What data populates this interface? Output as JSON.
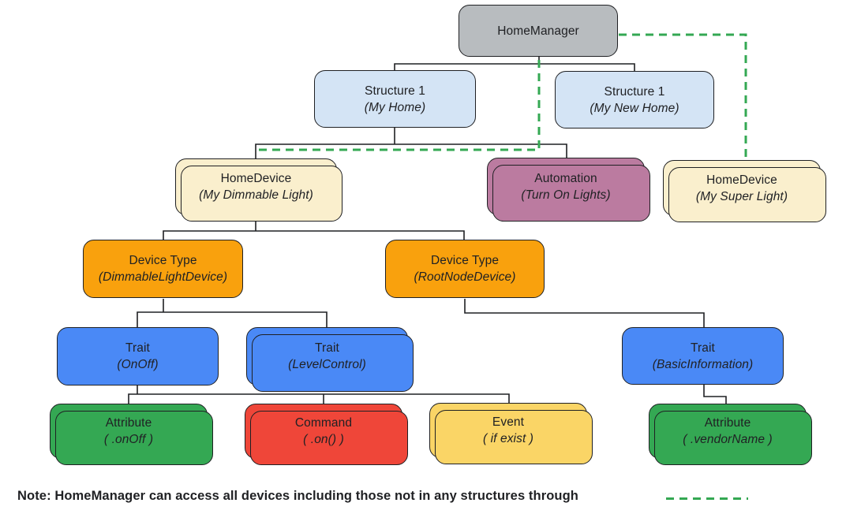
{
  "palette": {
    "gray": "#B8BCBF",
    "lightblue": "#D4E4F5",
    "cream": "#FAEFCD",
    "plum": "#BB7BA0",
    "orange": "#F9A10D",
    "blue": "#4A89F6",
    "green": "#34A853",
    "red": "#EF4639",
    "yellow": "#FAD566",
    "dash_green": "#34A853",
    "line": "#1F2023"
  },
  "nodes": [
    {
      "title": "HomeManager",
      "subtitle": ""
    },
    {
      "title": "Structure 1",
      "subtitle": "(My Home)"
    },
    {
      "title": "Structure 1",
      "subtitle": "(My New Home)"
    },
    {
      "title": "HomeDevice",
      "subtitle": "(My Dimmable Light)"
    },
    {
      "title": "Automation",
      "subtitle": "(Turn On Lights)"
    },
    {
      "title": "HomeDevice",
      "subtitle": "(My Super Light)"
    },
    {
      "title": "Device Type",
      "subtitle": "(DimmableLightDevice)"
    },
    {
      "title": "Device Type",
      "subtitle": "(RootNodeDevice)"
    },
    {
      "title": "Trait",
      "subtitle": "(OnOff)"
    },
    {
      "title": "Trait",
      "subtitle": "(LevelControl)"
    },
    {
      "title": "Trait",
      "subtitle": "(BasicInformation)"
    },
    {
      "title": "Attribute",
      "subtitle": "( .onOff )"
    },
    {
      "title": "Command",
      "subtitle": "( .on() )"
    },
    {
      "title": "Event",
      "subtitle": "( if exist )"
    },
    {
      "title": "Attribute",
      "subtitle": "( .vendorName )"
    }
  ],
  "note": {
    "text": "Note: HomeManager can access all devices including those not in any structures through"
  }
}
